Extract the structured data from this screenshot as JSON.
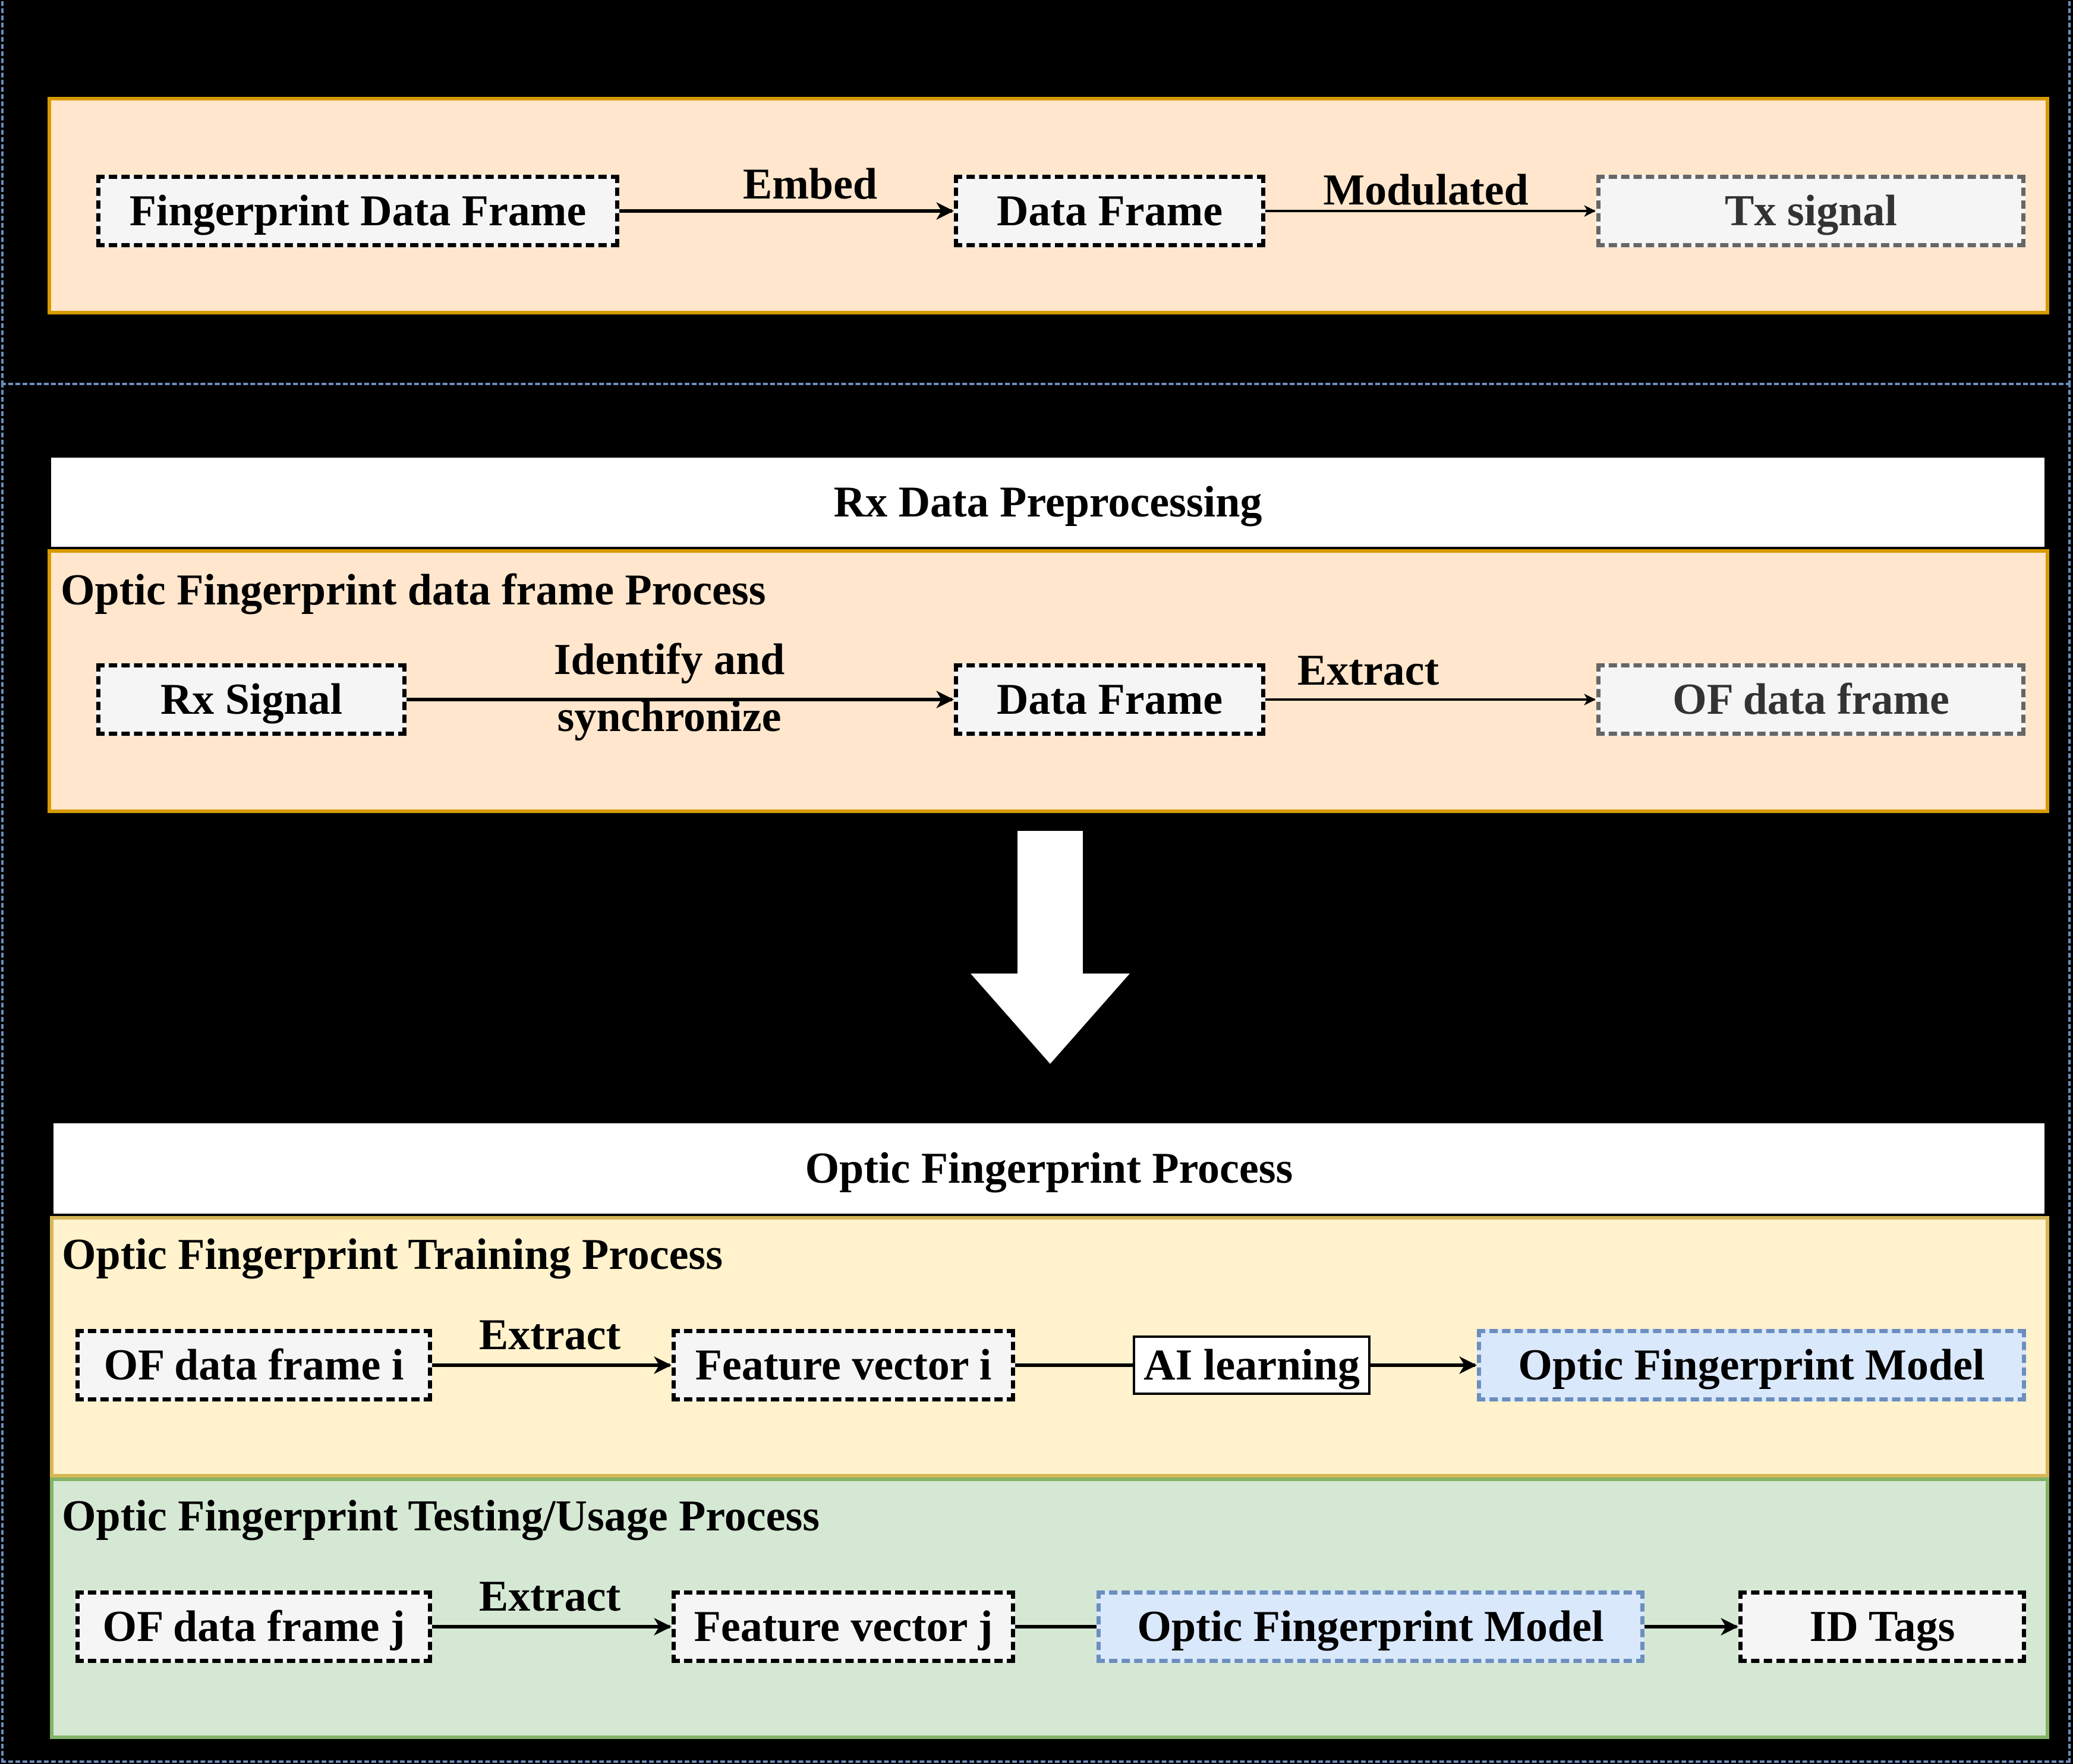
{
  "colors": {
    "background": "#000000",
    "outline_blue": "#6c8ebf",
    "tx_fill": "#ffe6cc",
    "tx_stroke": "#d79b00",
    "training_fill": "#fff2cc",
    "training_stroke": "#d6b656",
    "testing_fill": "#d5e8d4",
    "testing_stroke": "#82b366",
    "model_fill": "#dae8fc"
  },
  "tx": {
    "source": "Fingerprint Data Frame",
    "embed_label": "Embed",
    "frame": "Data Frame",
    "modulated_label": "Modulated",
    "signal": "Tx signal"
  },
  "rx": {
    "header": "Rx Data Preprocessing",
    "panel_title": "Optic Fingerprint data frame Process",
    "signal": "Rx Signal",
    "identify_label_line1": "Identify and",
    "identify_label_line2": "synchronize",
    "frame": "Data Frame",
    "extract_label": "Extract",
    "of_frame": "OF data frame"
  },
  "of_process": {
    "header": "Optic Fingerprint Process",
    "training": {
      "title": "Optic Fingerprint Training Process",
      "input": "OF data frame i",
      "extract_label": "Extract",
      "feature": "Feature vector i",
      "learning": "AI learning",
      "model": "Optic Fingerprint Model"
    },
    "testing": {
      "title": "Optic Fingerprint Testing/Usage Process",
      "input": "OF data frame j",
      "extract_label": "Extract",
      "feature": "Feature vector j",
      "model": "Optic Fingerprint Model",
      "output": "ID Tags"
    }
  }
}
